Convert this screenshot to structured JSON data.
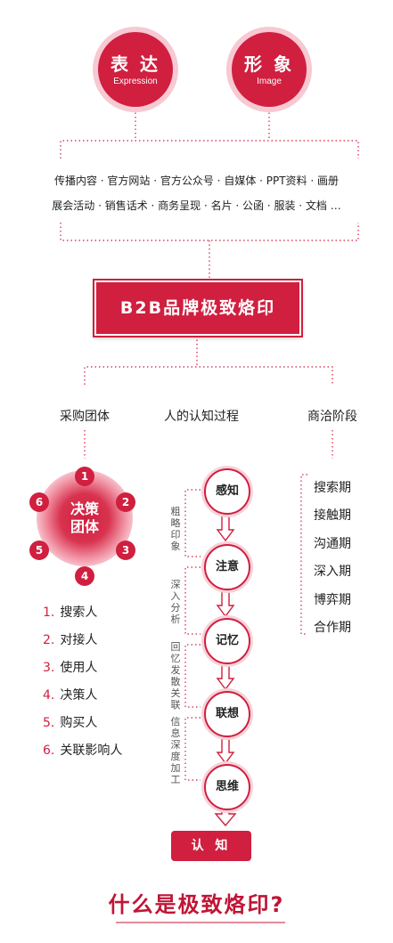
{
  "top": {
    "expression": {
      "zh": "表 达",
      "en": "Expression"
    },
    "image": {
      "zh": "形 象",
      "en": "Image"
    }
  },
  "channels": {
    "line1": "传播内容 · 官方网站 · 官方公众号 · 自媒体 · PPT资料 · 画册",
    "line2": "展会活动 · 销售话术 · 商务呈现 · 名片 · 公函 · 服装 · 文档 …"
  },
  "brand": {
    "title": "B2B品牌极致烙印"
  },
  "columns": {
    "left": "采购团体",
    "middle": "人的认知过程",
    "right": "商洽阶段"
  },
  "team": {
    "center": [
      "决策",
      "团体"
    ],
    "dots": [
      "1",
      "2",
      "3",
      "4",
      "5",
      "6"
    ],
    "roles": [
      {
        "num": "1.",
        "label": "搜索人"
      },
      {
        "num": "2.",
        "label": "对接人"
      },
      {
        "num": "3.",
        "label": "使用人"
      },
      {
        "num": "4.",
        "label": "决策人"
      },
      {
        "num": "5.",
        "label": "购买人"
      },
      {
        "num": "6.",
        "label": "关联影响人"
      }
    ]
  },
  "cognition": {
    "stages": [
      "感知",
      "注意",
      "记忆",
      "联想",
      "思维"
    ],
    "annotations": [
      "粗略印象",
      "深入分析",
      "回忆发散关联",
      "信息深度加工"
    ],
    "result": "认 知"
  },
  "phases": [
    "搜索期",
    "接触期",
    "沟通期",
    "深入期",
    "博弈期",
    "合作期"
  ],
  "footer": {
    "title": "什么是极致烙印?"
  },
  "colors": {
    "accent": "#d01f3f",
    "accent_light": "#f7c9d2",
    "text": "#222222"
  }
}
